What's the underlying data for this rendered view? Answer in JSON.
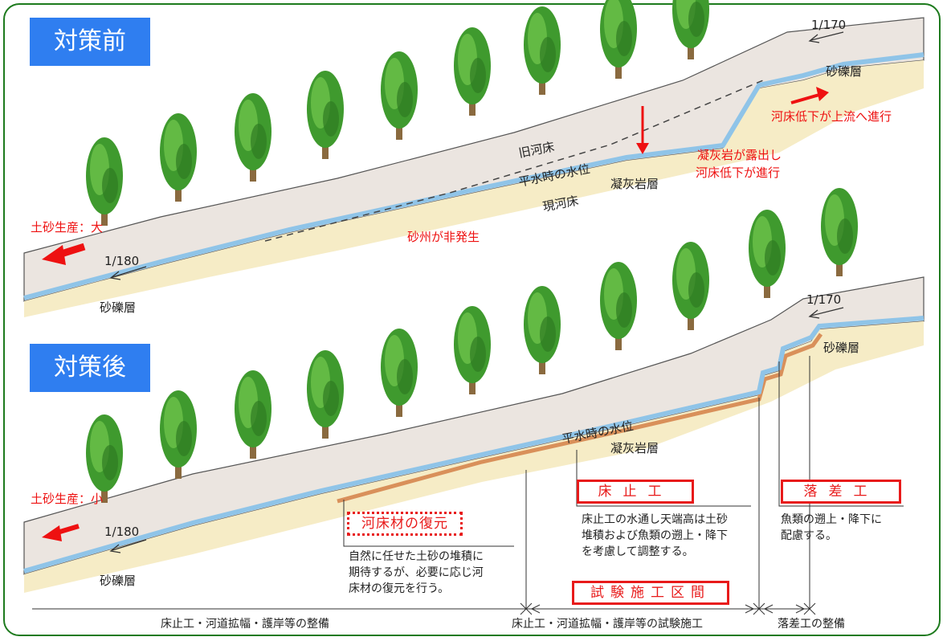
{
  "before": {
    "title": "対策前",
    "sediment": "土砂生産：大",
    "gradient_down": "1/180",
    "gradient_up": "1/170",
    "gravel_left": "砂礫層",
    "gravel_right": "砂礫層",
    "old_bed": "旧河床",
    "water_level": "平水時の水位",
    "current_bed": "現河床",
    "tuff": "凝灰岩層",
    "no_sandbar": "砂州が非発生",
    "exposed_line1": "凝灰岩が露出し",
    "exposed_line2": "河床低下が進行",
    "upstream": "河床低下が上流へ進行"
  },
  "after": {
    "title": "対策後",
    "sediment": "土砂生産：小",
    "gradient_down": "1/180",
    "gradient_up": "1/170",
    "gravel_left": "砂礫層",
    "gravel_right": "砂礫層",
    "water_level": "平水時の水位",
    "tuff": "凝灰岩層",
    "restore_label": "河床材の復元",
    "restore_desc": [
      "自然に任せた土砂の堆積に",
      "期待するが、必要に応じ河",
      "床材の復元を行う。"
    ],
    "groundsill_label": "床止工",
    "groundsill_desc": [
      "床止工の水通し天端高は土砂",
      "堆積および魚類の遡上・降下",
      "を考慮して調整する。"
    ],
    "drop_label": "落差工",
    "drop_desc": [
      "魚類の遡上・降下に",
      "配慮する。"
    ],
    "test_section": "試験施工区間"
  },
  "bottom": {
    "left": "床止工・河道拡幅・護岸等の整備",
    "middle": "床止工・河道拡幅・護岸等の試験施工",
    "right": "落差工の整備"
  },
  "colors": {
    "frame": "#1d7a1d",
    "header_bg": "#2f7ef0",
    "accent_red": "#e81a1a",
    "water": "#8fc4e8",
    "terrain": "#e9e3de",
    "sand": "#f6ecc6"
  }
}
